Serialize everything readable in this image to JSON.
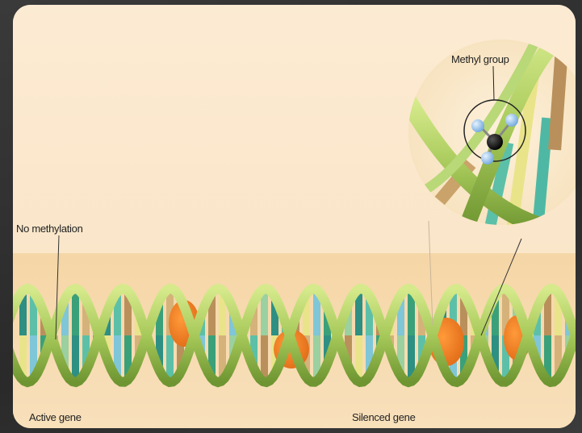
{
  "labels": {
    "methyl_group": "Methyl group",
    "no_methylation": "No methylation",
    "active_gene": "Active gene",
    "silenced_gene": "Silenced gene"
  },
  "colors": {
    "background_top": "#fbe7cc",
    "background_band": "#f6d6a6",
    "backbone": "#a8c85a",
    "backbone_dark": "#6f9630",
    "methyl_marker": "#f07f1f",
    "carbon_atom": "#111111",
    "hydrogen_atom": "#9cc7ee"
  }
}
